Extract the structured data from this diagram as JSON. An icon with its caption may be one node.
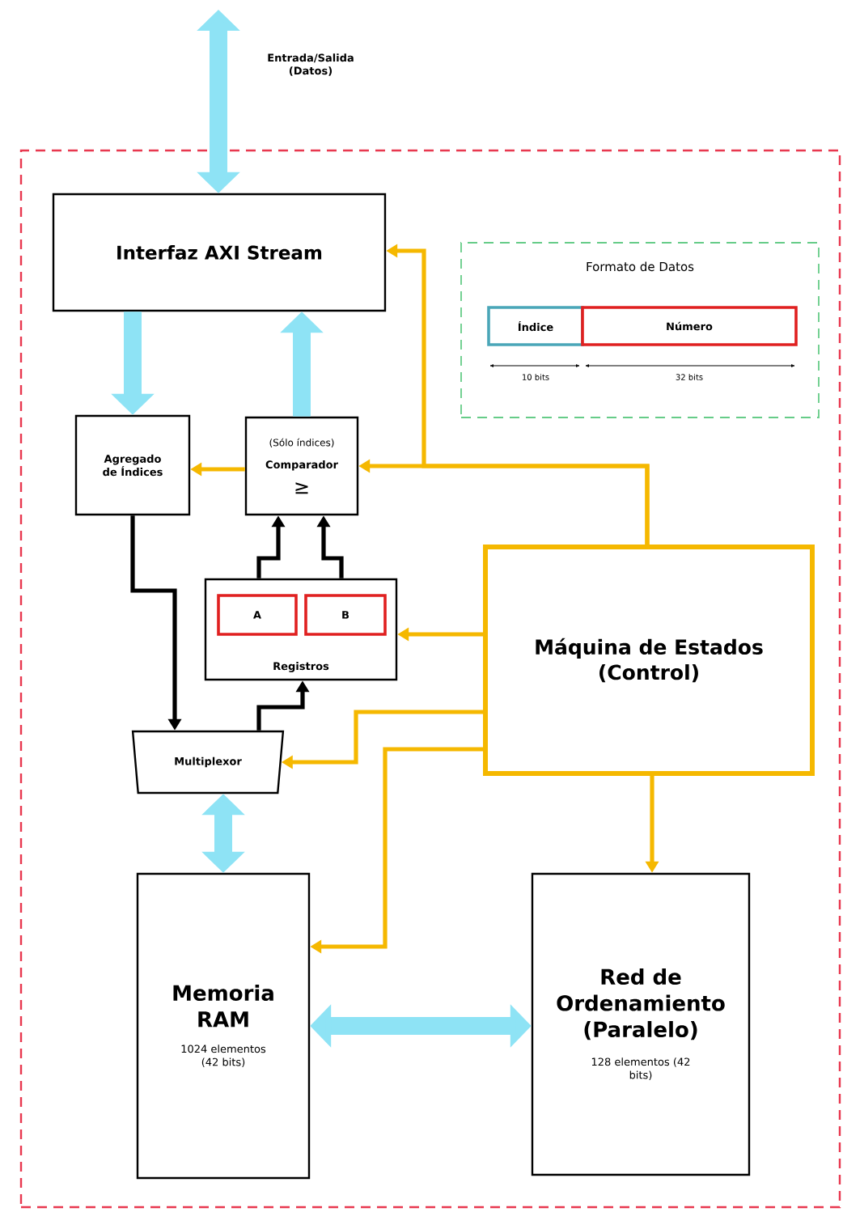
{
  "diagram": {
    "nodes": [
      {
        "text": [],
        "shape": "box"
      },
      {
        "text": [
          "Interfaz AXI Stream"
        ],
        "in": 0
      },
      {
        "text": [
          "Formato de Datos"
        ],
        "in": 0
      },
      {
        "text": [
          "Índice"
        ],
        "in": 2
      },
      {
        "text": [
          "Número"
        ],
        "in": 2
      },
      {
        "text": [
          "Agregado de Índices"
        ],
        "in": 0
      },
      {
        "text": [
          "(Sólo índices)",
          "Comparador",
          "≥"
        ],
        "in": 0
      },
      {
        "text": [
          "Registros"
        ],
        "in": 0
      },
      {
        "text": [
          "A"
        ],
        "in": 7
      },
      {
        "text": [
          "B"
        ],
        "in": 7
      },
      {
        "text": [
          "Multiplexor"
        ],
        "in": 0
      },
      {
        "text": [
          "Máquina de Estados (Control)"
        ],
        "in": 0
      },
      {
        "text": [
          "Memoria RAM",
          "1024 elementos (42 bits)"
        ],
        "in": 0
      },
      {
        "text": [
          "Red de Ordenamiento (Paralelo)",
          "128 elementos (42 bits)"
        ],
        "in": 0
      }
    ],
    "edges": [
      {
        "from": null,
        "to": 1,
        "arrow": "both",
        "label": "Entrada/Salida (Datos)",
        "style": "thick",
        "color": "#8ee3f5"
      },
      {
        "from": 1,
        "to": 5,
        "arrow": "to",
        "style": "thick",
        "color": "#8ee3f5"
      },
      {
        "from": 6,
        "to": 1,
        "arrow": "to",
        "style": "thick",
        "color": "#8ee3f5"
      },
      {
        "from": 10,
        "to": 12,
        "arrow": "both",
        "style": "thick",
        "color": "#8ee3f5"
      },
      {
        "from": 12,
        "to": 13,
        "arrow": "both",
        "style": "thick",
        "color": "#8ee3f5"
      },
      {
        "from": 11,
        "to": 1,
        "arrow": "to"
      },
      {
        "from": 11,
        "to": 6,
        "arrow": "to"
      },
      {
        "from": 6,
        "to": 5,
        "arrow": "to"
      },
      {
        "from": 11,
        "to": 7,
        "arrow": "to"
      },
      {
        "from": 11,
        "to": 10,
        "arrow": "to"
      },
      {
        "from": 11,
        "to": 12,
        "arrow": "to"
      },
      {
        "from": 11,
        "to": 13,
        "arrow": "to"
      },
      {
        "from": 5,
        "to": 10,
        "arrow": "to",
        "color": "#000000"
      },
      {
        "from": 7,
        "to": 6,
        "arrow": "to",
        "color": "#000000"
      },
      {
        "from": 7,
        "to": 6,
        "arrow": "to",
        "color": "#000000"
      },
      {
        "from": 10,
        "to": 7,
        "arrow": "to",
        "color": "#000000"
      }
    ],
    "labels": [
      "10 bits",
      "32 bits"
    ]
  }
}
